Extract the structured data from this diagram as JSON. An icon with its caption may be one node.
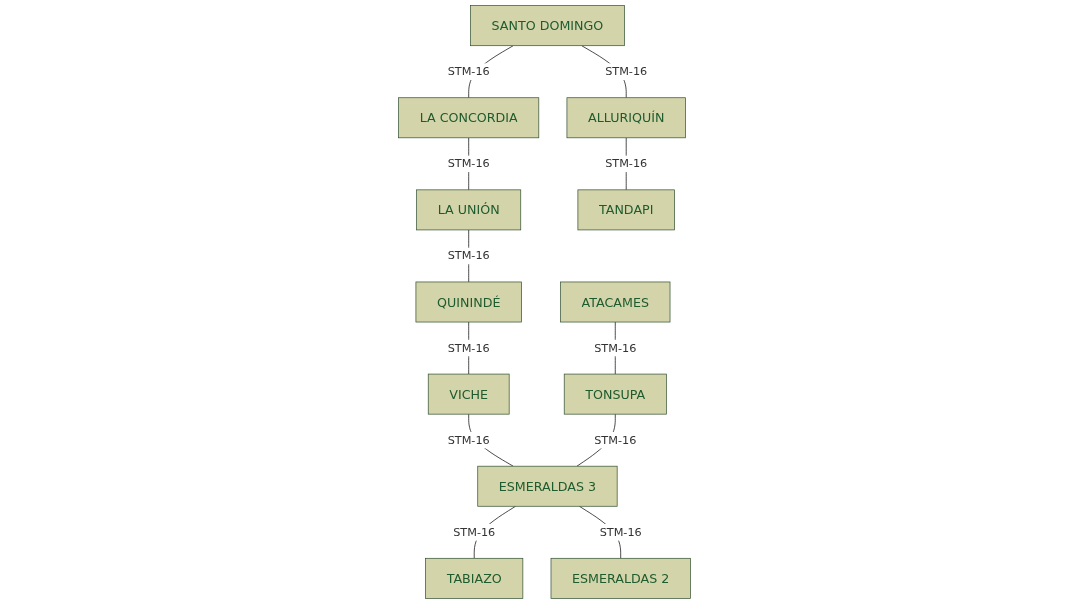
{
  "diagram": {
    "nodes": [
      {
        "text": [
          "SANTO DOMINGO"
        ]
      },
      {
        "text": [
          "LA CONCORDIA"
        ]
      },
      {
        "text": [
          "LA UNIÓN"
        ]
      },
      {
        "text": [
          "QUININDÉ"
        ]
      },
      {
        "text": [
          "VICHE"
        ]
      },
      {
        "text": [
          "ALLURIQUÍN"
        ]
      },
      {
        "text": [
          "ATACAMES"
        ]
      },
      {
        "text": [
          "TONSUPA"
        ]
      },
      {
        "text": [
          "ESMERALDAS 3"
        ]
      },
      {
        "text": [
          "TANDAPI"
        ]
      },
      {
        "text": [
          "TABIAZO"
        ]
      },
      {
        "text": [
          "ESMERALDAS 2"
        ]
      }
    ],
    "edges": [
      {
        "from": 0,
        "to": 1,
        "arrow": "none",
        "label": "STM-16"
      },
      {
        "from": 1,
        "to": 2,
        "arrow": "none",
        "label": "STM-16"
      },
      {
        "from": 2,
        "to": 3,
        "arrow": "none",
        "label": "STM-16"
      },
      {
        "from": 3,
        "to": 4,
        "arrow": "none",
        "label": "STM-16"
      },
      {
        "from": 0,
        "to": 5,
        "arrow": "none",
        "label": "STM-16"
      },
      {
        "from": 4,
        "to": 8,
        "arrow": "none",
        "label": "STM-16"
      },
      {
        "from": 6,
        "to": 7,
        "arrow": "none",
        "label": "STM-16"
      },
      {
        "from": 7,
        "to": 8,
        "arrow": "none",
        "label": "STM-16"
      },
      {
        "from": 5,
        "to": 9,
        "arrow": "none",
        "label": "STM-16"
      },
      {
        "from": 8,
        "to": 10,
        "arrow": "none",
        "label": "STM-16"
      },
      {
        "from": 8,
        "to": 11,
        "arrow": "none",
        "label": "STM-16"
      }
    ]
  }
}
